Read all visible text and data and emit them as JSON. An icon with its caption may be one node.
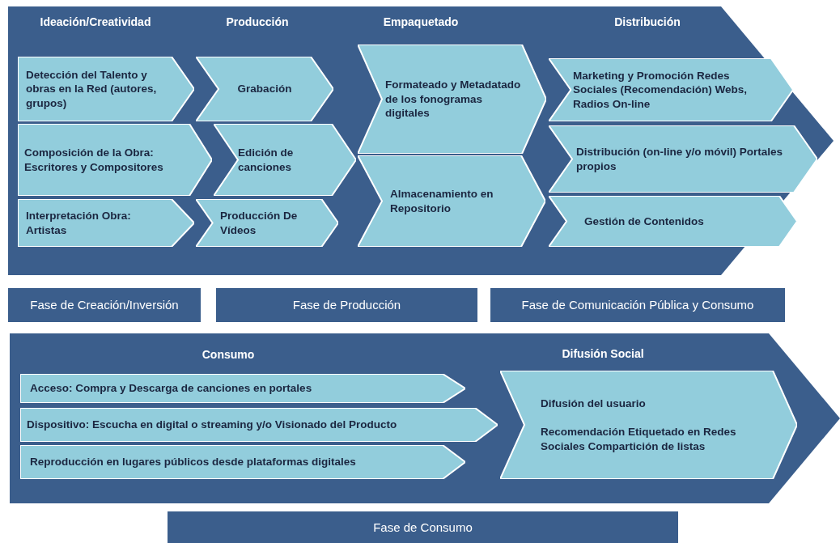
{
  "diagram": {
    "nodes": [
      {
        "text": [],
        "shape": "arrow"
      },
      {
        "text": [
          "Detección del Talento y obras en la Red (autores, grupos)"
        ],
        "in": 0
      },
      {
        "text": [
          "Composición de la Obra: Escritores y Compositores"
        ],
        "in": 0
      },
      {
        "text": [
          "Interpretación Obra: Artistas"
        ],
        "in": 0
      },
      {
        "text": [
          "Grabación"
        ],
        "in": 0
      },
      {
        "text": [
          "Edición de canciones"
        ],
        "in": 0
      },
      {
        "text": [
          "Producción De Vídeos"
        ],
        "in": 0
      },
      {
        "text": [
          "Formateado y Metadatado de los fonogramas digitales"
        ],
        "in": 0
      },
      {
        "text": [
          "Almacenamiento en Repositorio"
        ],
        "in": 0
      },
      {
        "text": [
          "Marketing y Promoción Redes Sociales (Recomendación) Webs, Radios On-line"
        ],
        "in": 0
      },
      {
        "text": [
          "Distribución (on-line y/o móvil) Portales propios"
        ],
        "in": 0
      },
      {
        "text": [
          "Gestión de Contenidos"
        ],
        "in": 0
      },
      {
        "text": [
          "Fase de Creación/Inversión"
        ]
      },
      {
        "text": [
          "Fase de Producción"
        ]
      },
      {
        "text": [
          "Fase de Comunicación Pública y Consumo"
        ]
      },
      {
        "text": [],
        "shape": "arrow"
      },
      {
        "text": [
          "Acceso: Compra y Descarga de canciones en portales"
        ],
        "in": 15
      },
      {
        "text": [
          "Dispositivo: Escucha en digital o streaming y/o Visionado del Producto"
        ],
        "in": 15
      },
      {
        "text": [
          "Reproducción en lugares públicos desde plataformas digitales"
        ],
        "in": 15
      },
      {
        "text": [
          "Difusión del usuario",
          "Recomendación Etiquetado en Redes Sociales Compartición de listas"
        ],
        "in": 15
      },
      {
        "text": [
          "Fase de Consumo"
        ]
      }
    ],
    "labels": [
      "Ideación/Creatividad",
      "Producción",
      "Empaquetado",
      "Distribución",
      "Consumo",
      "Difusión Social"
    ]
  }
}
